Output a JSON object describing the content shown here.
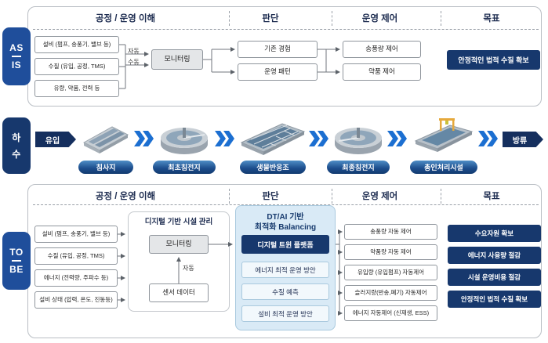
{
  "asis": {
    "side_label": [
      "AS",
      "IS"
    ],
    "headers": [
      "공정 / 운영 이해",
      "판단",
      "운영 제어",
      "목표"
    ],
    "inputs": [
      "설비 (펌프, 송풍기, 밸브 등)",
      "수질 (유입, 공정, TMS)",
      "유량, 약품, 전력 등"
    ],
    "mode_labels": [
      "자동",
      "수동"
    ],
    "monitoring": "모니터링",
    "judgments": [
      "기존 경험",
      "운영 패턴"
    ],
    "controls": [
      "송풍량 제어",
      "약품 제어"
    ],
    "goal": "안정적인 법적 수질 확보"
  },
  "flow": {
    "side_label": [
      "하",
      "수"
    ],
    "inflow": "유입",
    "outflow": "방류",
    "stages": [
      "침사지",
      "최초침전지",
      "생물반응조",
      "최종침전지",
      "총인처리시설"
    ]
  },
  "tobe": {
    "side_label": [
      "TO",
      "BE"
    ],
    "headers": [
      "공정 / 운영 이해",
      "판단",
      "운영 제어",
      "목표"
    ],
    "inputs": [
      "설비 (펌프, 송풍기, 밸브 등)",
      "수질 (유입, 공정, TMS)",
      "에너지 (전력량, 주파수 등)",
      "설비 상태 (압력, 온도, 진동등)"
    ],
    "digital_mgmt": {
      "title": "디지털 기반 시설 관리",
      "monitoring": "모니터링",
      "auto_label": "자동",
      "sensor": "센서 데이터"
    },
    "dtai": {
      "title_line1": "DT/AI 기반",
      "title_line2": "최적화 Balancing",
      "platform": "디지털 트윈 플랫폼",
      "items": [
        "에너지 최적 운영 방안",
        "수질 예측",
        "설비 최적 운영 방안"
      ]
    },
    "controls": [
      "송풍량 자동 제어",
      "약품량 자동 제어",
      "유입량 (유입펌프) 자동제어",
      "슬러지량(반송,폐기) 자동제어",
      "에너지 자동제어 (신재생, ESS)"
    ],
    "goals": [
      "수요자원 확보",
      "에너지 사용량 절감",
      "시설 운영비용 절감",
      "안정적인 법적 수질 확보"
    ]
  },
  "colors": {
    "navy_button": "#17386d",
    "side_pill_blue": "#1f4e9b",
    "flow_arrow_blue": "#1c6fd1",
    "stage_pill_gradient_top": "#4e8dc6",
    "stage_pill_gradient_bottom": "#123a6f",
    "light_blue_panel": "#d9eaf6"
  }
}
